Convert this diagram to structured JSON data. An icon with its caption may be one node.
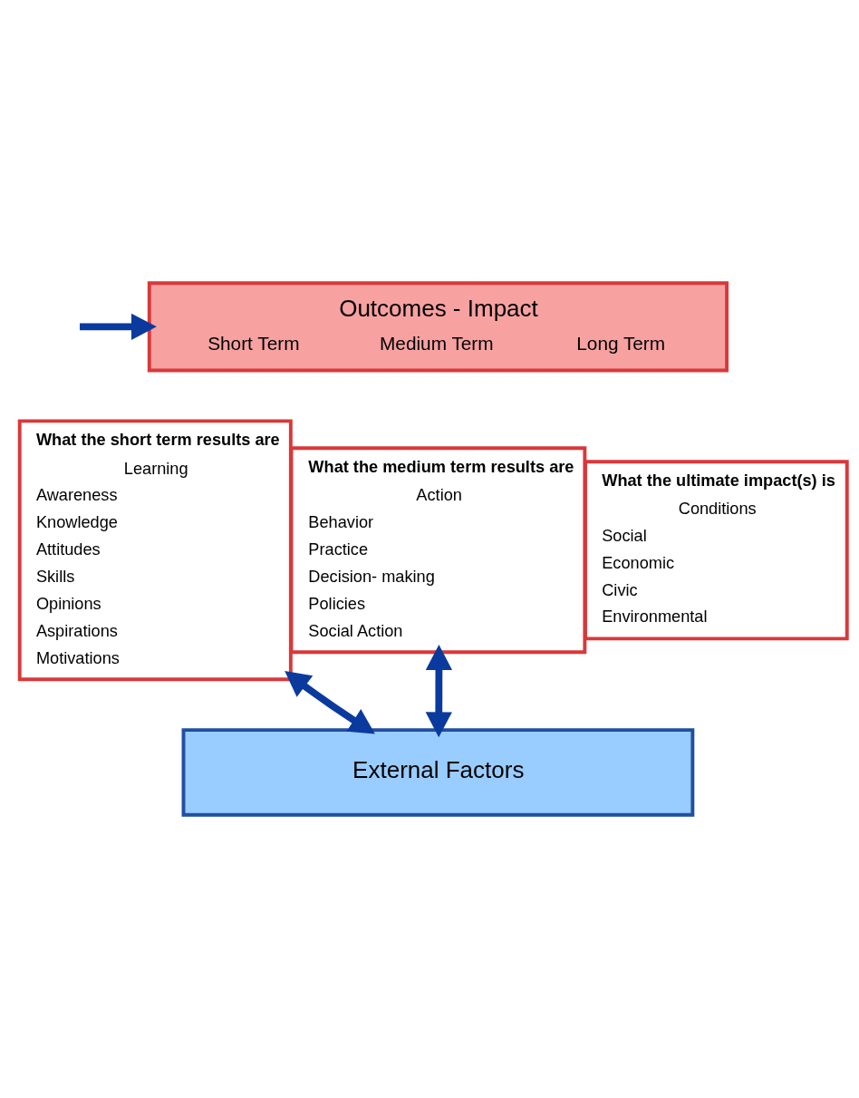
{
  "diagram": {
    "nodes": [
      {
        "text": [
          "Outcomes - Impact",
          "Short Term",
          "Medium Term",
          "Long Term"
        ]
      },
      {
        "text": [
          "What the short term results are",
          "Learning",
          "Awareness",
          "Knowledge",
          "Attitudes",
          "Skills",
          "Opinions",
          "Aspirations",
          "Motivations"
        ]
      },
      {
        "text": [
          "What the medium term results are",
          "Action",
          "Behavior",
          "Practice",
          "Decision- making",
          "Policies",
          "Social Action"
        ]
      },
      {
        "text": [
          "What the ultimate impact(s) is",
          "Conditions",
          "Social",
          "Economic",
          "Civic",
          "Environmental"
        ]
      },
      {
        "text": [
          "External Factors"
        ]
      }
    ],
    "edges": [
      {
        "from": null,
        "to": 0,
        "arrow": "to"
      },
      {
        "from": 4,
        "to": 1,
        "arrow": "both"
      },
      {
        "from": 4,
        "to": 2,
        "arrow": "both"
      }
    ]
  }
}
